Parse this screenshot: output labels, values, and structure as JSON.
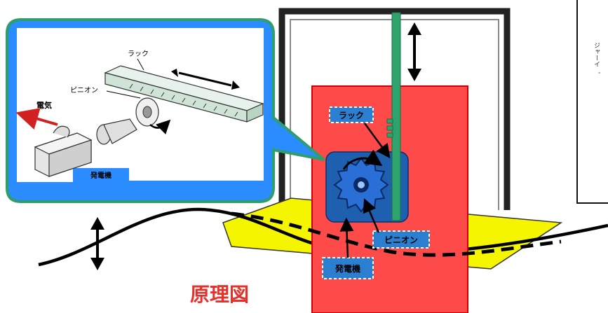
{
  "diagram": {
    "caption": "原理図",
    "inset": {
      "rack_label": "ラック",
      "pinion_label": "ピニオン",
      "electricity_label": "電気",
      "generator_label": "発電機"
    },
    "main": {
      "rack_label": "ラック",
      "pinion_label": "ピニオン",
      "generator_label": "発電機"
    },
    "right_panel_text": "ジャーイ゛"
  },
  "colors": {
    "red_block": "#ff4a4a",
    "yellow_platform": "#f5f500",
    "green_rack": "#2ea36b",
    "bubble_border": "#2e9e6a",
    "bubble_fill": "#2b8cff",
    "generator_box": "#1f5fb0",
    "gear": "#2a6fd6",
    "label_bg": "#2b7fd0",
    "caption": "#e8302a"
  }
}
